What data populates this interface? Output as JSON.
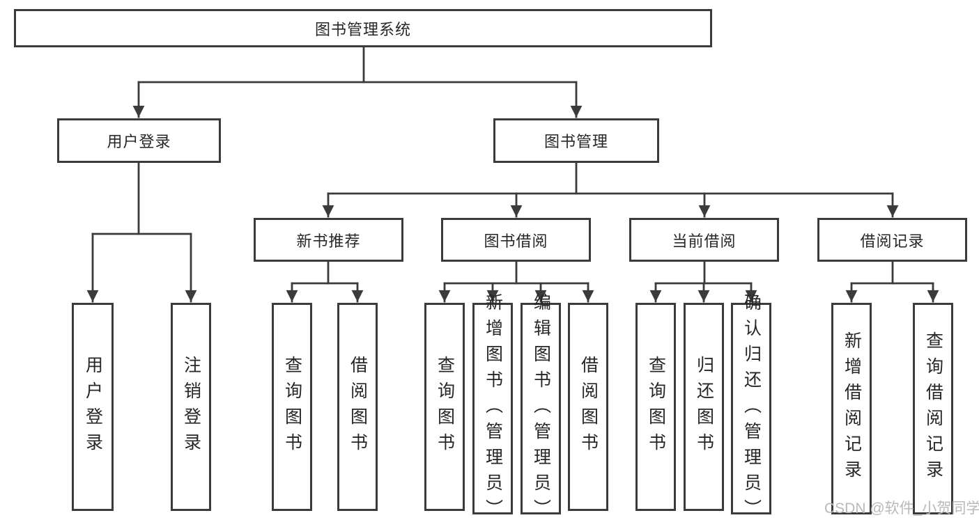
{
  "diagram": {
    "root": {
      "label": "图书管理系统"
    },
    "branches": [
      {
        "label": "用户登录",
        "children": [
          "用户登录",
          "注销登录"
        ]
      },
      {
        "label": "图书管理",
        "sections": [
          {
            "label": "新书推荐",
            "children": [
              "查询图书",
              "借阅图书"
            ]
          },
          {
            "label": "图书借阅",
            "children": [
              "查询图书",
              "新增图书（管理员）",
              "编辑图书（管理员）",
              "借阅图书"
            ]
          },
          {
            "label": "当前借阅",
            "children": [
              "查询图书",
              "归还图书",
              "确认归还（管理员）"
            ]
          },
          {
            "label": "借阅记录",
            "children": [
              "新增借阅记录",
              "查询借阅记录"
            ]
          }
        ]
      }
    ],
    "watermark": {
      "text": "CSDN @软件_小贺同学"
    },
    "colors": {
      "border": "#3b3b3b",
      "line": "#3b3b3b",
      "text": "#262626",
      "background": "#ffffff",
      "watermark": "#b9b9b9"
    }
  }
}
